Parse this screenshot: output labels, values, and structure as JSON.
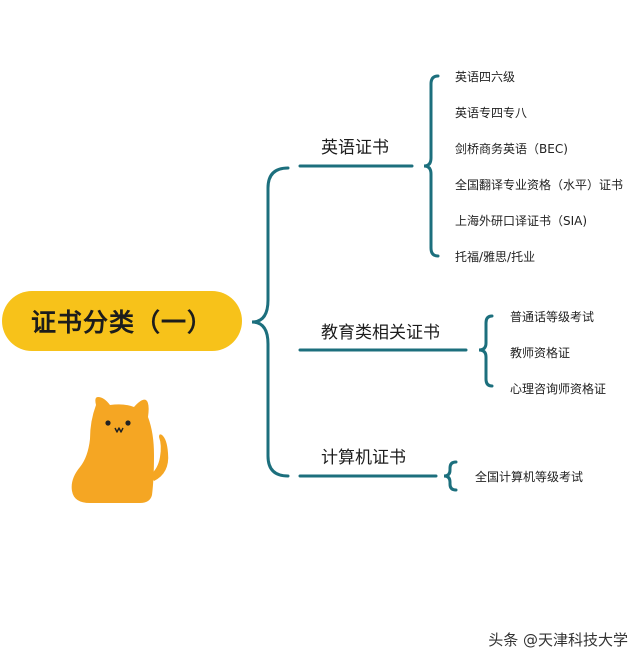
{
  "root": {
    "label": "证书分类（一）"
  },
  "branches": [
    {
      "label": "英语证书",
      "leaves": [
        "英语四六级",
        "英语专四专八",
        "剑桥商务英语（BEC)",
        "全国翻译专业资格（水平）证书",
        "上海外研口译证书（SIA)",
        "托福/雅思/托业"
      ]
    },
    {
      "label": "教育类相关证书",
      "leaves": [
        "普通话等级考试",
        "教师资格证",
        "心理咨询师资格证"
      ]
    },
    {
      "label": "计算机证书",
      "leaves": [
        "全国计算机等级考试"
      ]
    }
  ],
  "watermark": "头条 @天津科技大学",
  "colors": {
    "line": "#1c6f7d",
    "root_bg": "#f7c21a",
    "cat": "#f5a623"
  }
}
